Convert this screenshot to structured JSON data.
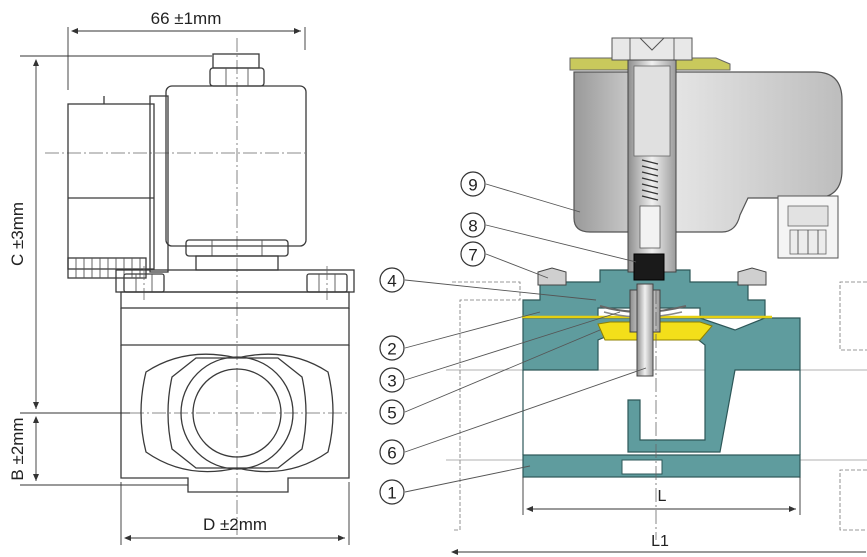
{
  "dimensions": {
    "width_label": "66 ±1mm",
    "height_label": "C ±3mm",
    "base_label": "B ±2mm",
    "diameter_label": "D ±2mm",
    "length_label": "L",
    "total_length_label": "L1"
  },
  "callouts": [
    "1",
    "2",
    "3",
    "4",
    "5",
    "6",
    "7",
    "8",
    "9"
  ],
  "colors": {
    "body": "#5f9c9e",
    "coil": "#cfcfcf",
    "diaphragm": "#f3df1a",
    "line": "#3a3a3a"
  }
}
